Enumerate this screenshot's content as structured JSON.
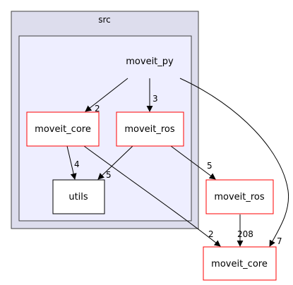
{
  "clusters": {
    "outer": {
      "label": "src"
    },
    "inner": {
      "label": "moveit_py"
    }
  },
  "nodes": {
    "moveit_core_inner": {
      "label": "moveit_core"
    },
    "moveit_ros_inner": {
      "label": "moveit_ros"
    },
    "utils": {
      "label": "utils"
    },
    "moveit_ros_outer": {
      "label": "moveit_ros"
    },
    "moveit_core_outer": {
      "label": "moveit_core"
    }
  },
  "edges": {
    "py_to_core_inner": {
      "label": "2"
    },
    "py_to_ros_inner": {
      "label": "3"
    },
    "core_inner_to_utils": {
      "label": "4"
    },
    "ros_inner_to_utils": {
      "label": "5"
    },
    "ros_inner_to_ros_outer": {
      "label": "5"
    },
    "ros_outer_to_core_outer": {
      "label": "208"
    },
    "core_inner_to_core_outer": {
      "label": "2"
    },
    "py_to_core_outer": {
      "label": "7"
    }
  },
  "colors": {
    "outer_cluster_fill": "#dddded",
    "inner_cluster_fill": "#eeeeff",
    "cluster_stroke": "#404040",
    "node_red_stroke": "#ff0000",
    "node_black_stroke": "#000000",
    "edge": "#000000"
  }
}
